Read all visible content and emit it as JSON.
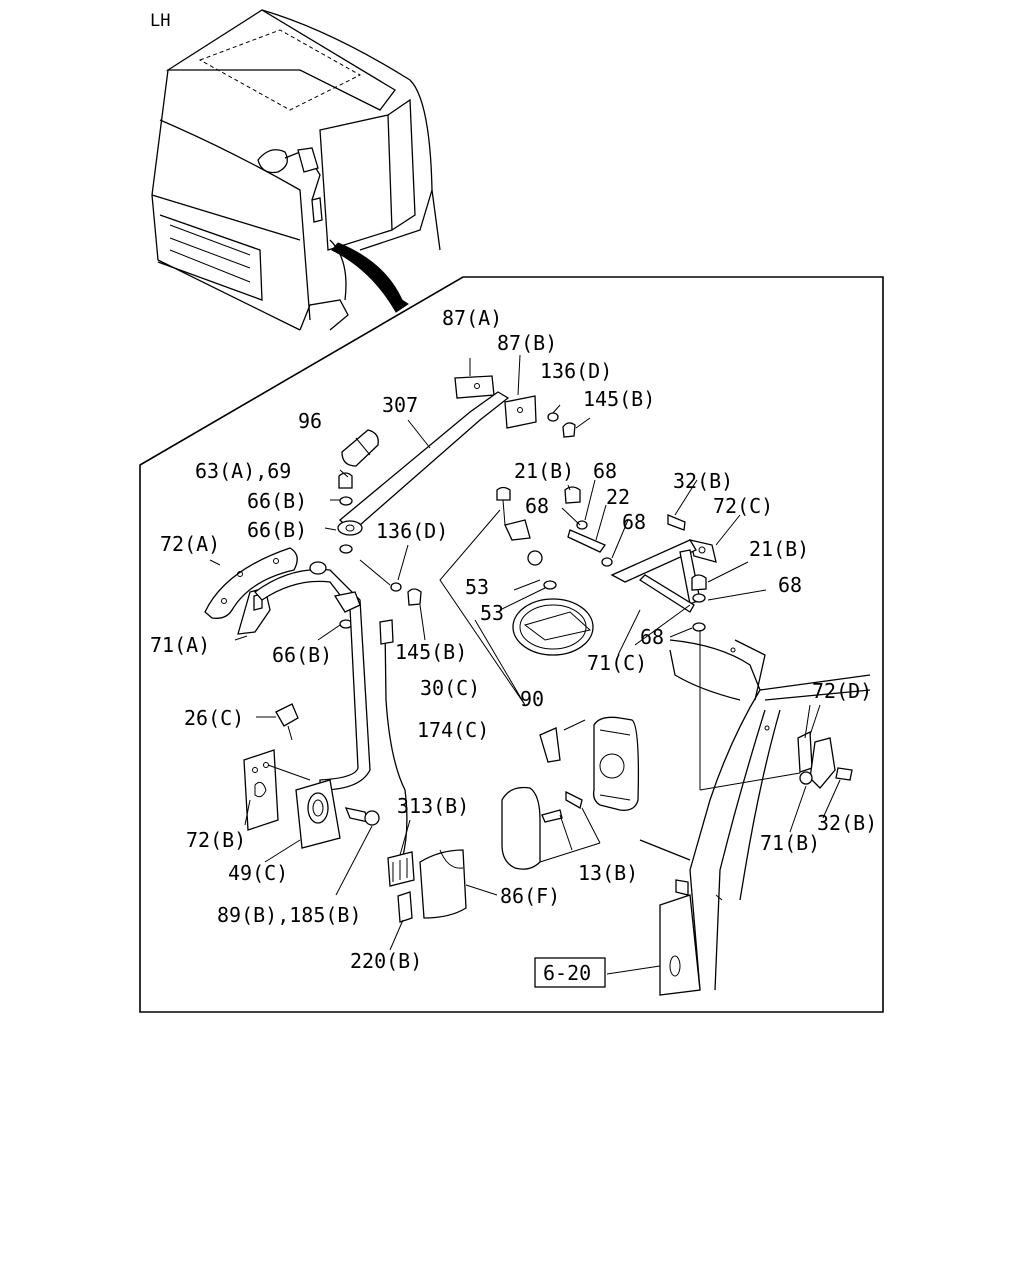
{
  "corner_label": "LH",
  "labels": {
    "l87a": "87(A)",
    "l87b": "87(B)",
    "l136d_top": "136(D)",
    "l145b_top": "145(B)",
    "l307": "307",
    "l96": "96",
    "l63a69": "63(A),69",
    "l66b_1": "66(B)",
    "l66b_2": "66(B)",
    "l136d_mid": "136(D)",
    "l72a": "72(A)",
    "l71a": "71(A)",
    "l66b_3": "66(B)",
    "l145b_mid": "145(B)",
    "l21b_1": "21(B)",
    "l68_1": "68",
    "l68_2": "68",
    "l22": "22",
    "l68_3": "68",
    "l53_1": "53",
    "l53_2": "53",
    "l30c": "30(C)",
    "l90": "90",
    "l32b_top": "32(B)",
    "l72c": "72(C)",
    "l21b_2": "21(B)",
    "l68_4": "68",
    "l68_5": "68",
    "l71c": "71(C)",
    "l72d": "72(D)",
    "l26c": "26(C)",
    "l174c": "174(C)",
    "l72b": "72(B)",
    "l313b": "313(B)",
    "l13b": "13(B)",
    "l71b": "71(B)",
    "l32b_bot": "32(B)",
    "l49c": "49(C)",
    "l86f": "86(F)",
    "l89b185b": "89(B),185(B)",
    "l220b": "220(B)",
    "ref620": "6-20"
  }
}
